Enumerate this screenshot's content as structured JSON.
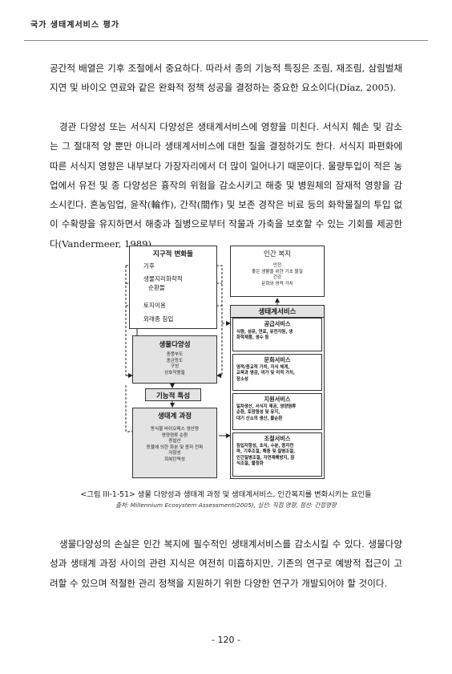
{
  "header": {
    "title": "국가 생태계서비스 평가"
  },
  "paragraphs": {
    "p1": "공간적 배열은 기후 조절에서 중요하다. 따라서 종의 기능적 특징은 조림, 재조림, 삼림벌채 지연 및 바이오 연료와 같은 완화적 정책 성공을 결정하는 중요한 요소이다(Díaz, 2005).",
    "p2": "경관 다양성 또는 서식지 다양성은 생태계서비스에 영향을 미친다. 서식지 훼손 및 감소는 그 절대적 양 뿐만 아니라 생태계서비스에 대한 질을 결정하기도 한다. 서식지 파편화에 따른 서식지 영향은 내부보다 가장자리에서 더 많이 일어나기 때문이다. 물량투입이 적은 농업에서 유전 및 종 다양성은 흉작의 위험을 감소시키고 해충 및 병원체의 잠재적 영향을 감소시킨다. 혼농임업, 윤작(輪作), 간작(間作) 및 보존 경작은 비료 등의 화학물질의 투입 없이 수확량을 유지하면서 해충과 질병으로부터 작물과 가축을 보호할 수 있는 기회를 제공한다(Vandermeer, 1989).",
    "p3": "생물다양성의 손실은 인간 복지에 필수적인 생태계서비스를 감소시킬 수 있다. 생물다양성과 생태계 과정 사이의 관련 지식은 여전히 미흡하지만, 기존의 연구로 예방적 접근이 고려할 수 있으며 적절한 관리 정책을 지원하기 위한 다양한 연구가 개발되어야 할 것이다."
  },
  "diagram": {
    "global_change": {
      "title": "지구적 변화들",
      "items": [
        "기후",
        "생물지리화학적",
        "순환들",
        "토지이용",
        "외래종 침입"
      ]
    },
    "human_wellbeing": {
      "title": "인간 복지",
      "lines": [
        "안전",
        "좋은 생활을 위한 기초 물질",
        "건강",
        "문화와 영적 가치"
      ]
    },
    "biodiversity": {
      "title": "생물다양성",
      "lines": [
        "종풍부도",
        "종균등도",
        "구성",
        "상호작용들"
      ]
    },
    "functional_traits": {
      "title": "기능적 특성"
    },
    "ecosystem_process": {
      "title": "생태계 과정",
      "lines": [
        "동식물 바이오매스 생산량",
        "영양염류 순환",
        "증발산",
        "동물에 의한 화분 및 종자 전파",
        "저항성",
        "회복탄력성"
      ]
    },
    "ecosystem_services": {
      "title": "생태계서비스",
      "provisioning": {
        "title": "공급서비스",
        "lines": [
          "식량, 섬유, 연료, 유전자원, 생",
          "화학제품, 생수 등"
        ]
      },
      "cultural": {
        "title": "문화서비스",
        "lines": [
          "영적/종교적 가치, 지식 체계,",
          "교육과 영감, 여가 및 미적 가치,",
          "장소성"
        ]
      },
      "supporting": {
        "title": "지원서비스",
        "lines": [
          "일차생산, 서식지 제공, 영양염류",
          "순환, 토양형성 및 유지,",
          "대기 산소의 생산, 물순환"
        ]
      },
      "regulating": {
        "title": "조절서비스",
        "lines": [
          "침입저항성, 초식, 수분, 종자전",
          "파, 기후조절, 해충 및 질병조절,",
          "인간질병조절, 자연재해방지, 침",
          "식조절, 물정화"
        ]
      }
    }
  },
  "figure": {
    "caption": "<그림 III-1-51> 생물 다양성과 생태계 과정 및 생태계서비스, 인간복지를 변화시키는 요인들",
    "source": "출처: Millennium Ecosystem Assessment(2005), 실선: 직접 영향, 점선: 간접영향"
  },
  "page": {
    "number": "- 120 -"
  }
}
